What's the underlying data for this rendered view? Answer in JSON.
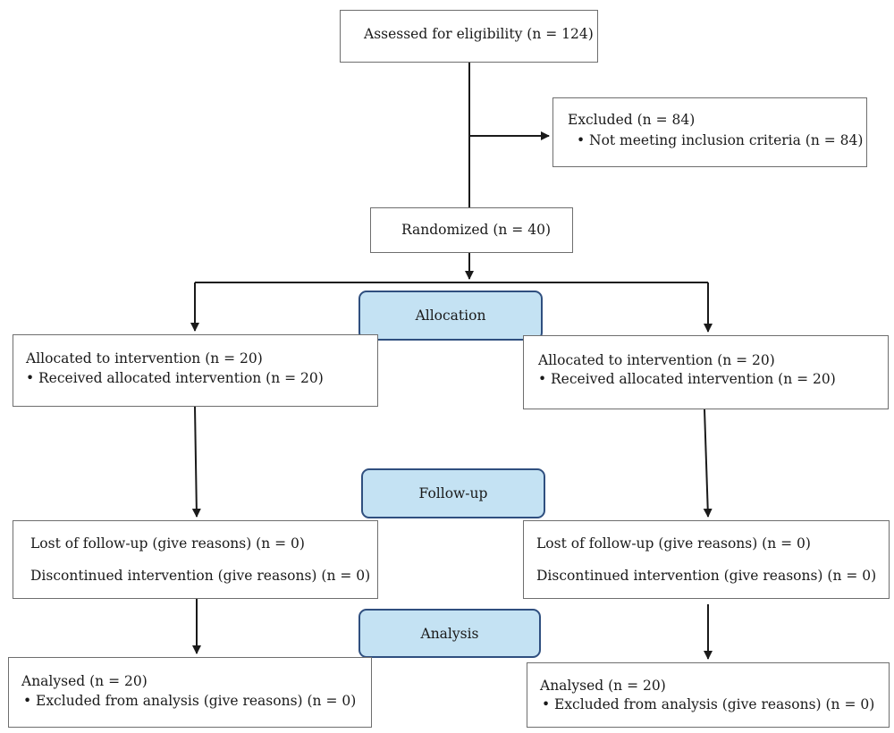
{
  "enrollment": {
    "assessed": "Assessed for eligibility (n = 124)",
    "excluded_title": "Excluded (n = 84)",
    "excluded_reason": "Not meeting inclusion criteria (n = 84)",
    "randomized": "Randomized (n = 40)"
  },
  "stages": {
    "allocation": "Allocation",
    "followup": "Follow-up",
    "analysis": "Analysis"
  },
  "left": {
    "allocated": "Allocated to intervention (n = 20)",
    "received": "Received allocated intervention (n = 20)",
    "lost": "Lost of follow-up (give reasons) (n = 0)",
    "discontinued": "Discontinued intervention (give reasons) (n = 0)",
    "analysed": "Analysed (n = 20)",
    "excluded_analysis": "Excluded from analysis (give reasons) (n = 0)"
  },
  "right": {
    "allocated": "Allocated to intervention (n = 20)",
    "received": "Received allocated intervention (n = 20)",
    "lost": "Lost of follow-up (give reasons) (n = 0)",
    "discontinued": "Discontinued intervention (give reasons) (n = 0)",
    "analysed": "Analysed (n = 20)",
    "excluded_analysis": "Excluded from analysis (give reasons) (n = 0)"
  }
}
